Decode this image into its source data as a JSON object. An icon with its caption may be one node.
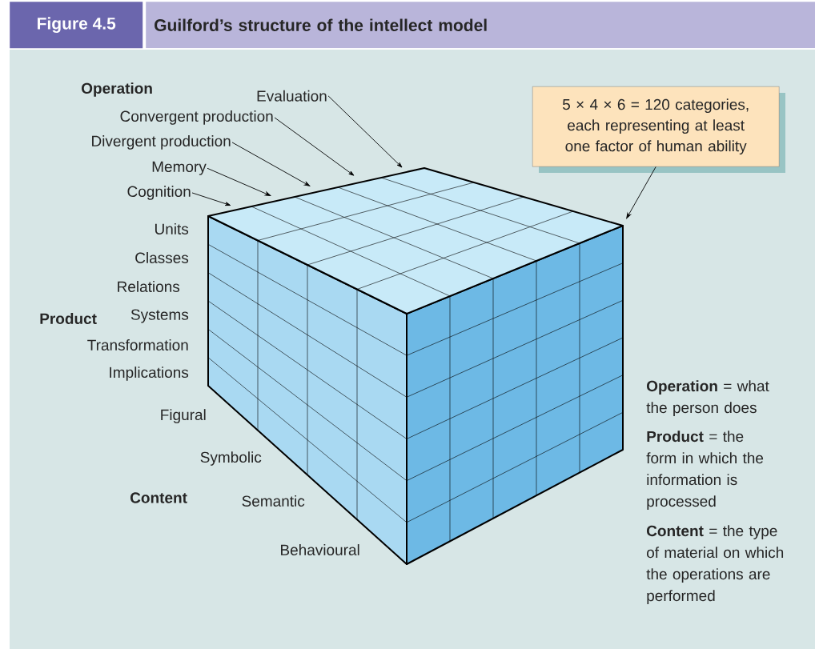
{
  "diagram": {
    "title": "Guilford’s structure of the intellect model",
    "nodes": [
      {
        "text": [
          "Evaluation"
        ]
      },
      {
        "text": [
          "Convergent production"
        ]
      },
      {
        "text": [
          "Divergent production"
        ]
      },
      {
        "text": [
          "Memory"
        ]
      },
      {
        "text": [
          "Cognition"
        ]
      },
      {
        "text": [
          "5 × 4 × 6 = 120 categories, each representing at least one factor of human ability"
        ]
      }
    ],
    "edges": [
      {
        "from": 0,
        "to": null,
        "arrow": "to"
      },
      {
        "from": 1,
        "to": null,
        "arrow": "to"
      },
      {
        "from": 2,
        "to": null,
        "arrow": "to"
      },
      {
        "from": 3,
        "to": null,
        "arrow": "to"
      },
      {
        "from": 4,
        "to": null,
        "arrow": "to"
      },
      {
        "from": 5,
        "to": null,
        "arrow": "to"
      }
    ],
    "labels": [
      "Figure 4.5",
      "Operation",
      "Units",
      "Classes",
      "Relations",
      "Product",
      "Systems",
      "Transformation",
      "Implications",
      "Figural",
      "Symbolic",
      "Content",
      "Semantic",
      "Behavioural",
      "**Operation** = what the person does",
      "**Product** = the form in which the information is processed",
      "**Content** = the type of material on which the operations are performed"
    ]
  }
}
